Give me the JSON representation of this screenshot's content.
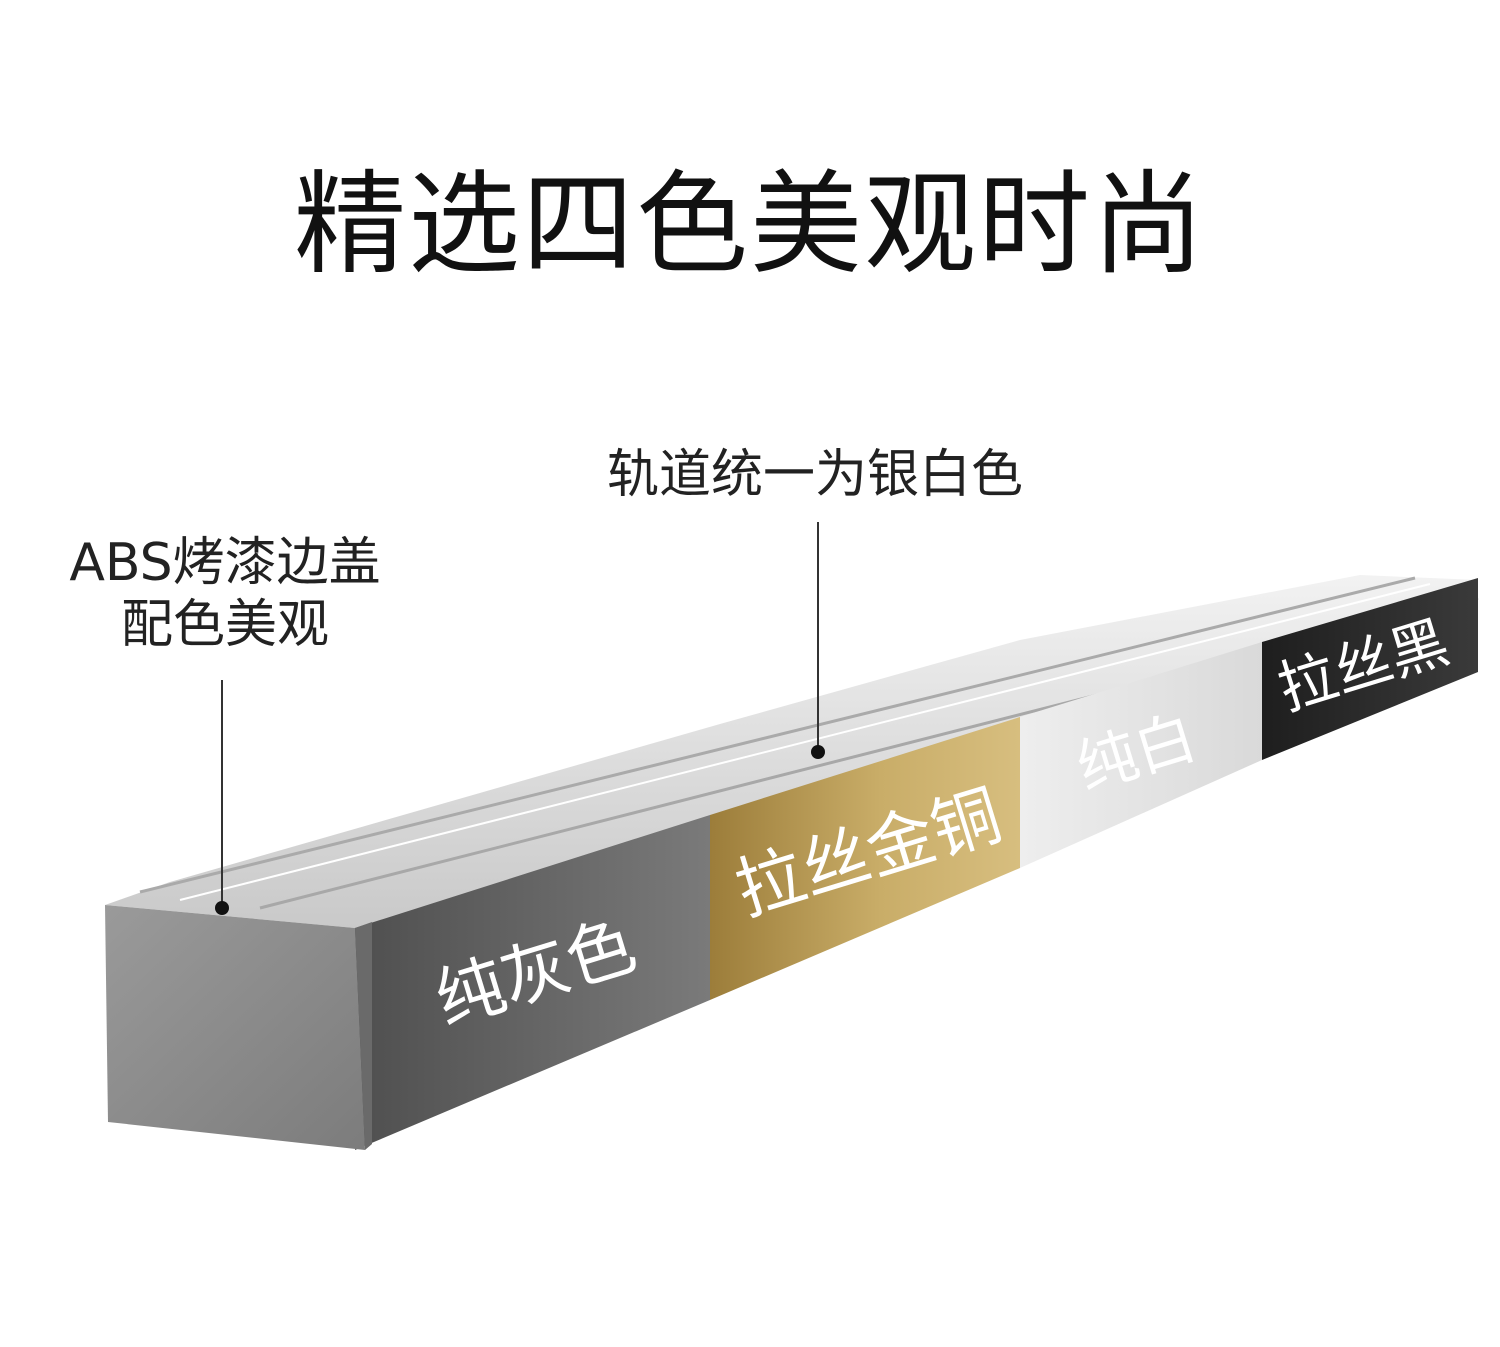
{
  "title": "精选四色美观时尚",
  "callouts": {
    "end_cap_line1": "ABS烤漆边盖",
    "end_cap_line2": "配色美观",
    "track": "轨道统一为银白色"
  },
  "color_options": [
    {
      "label": "纯灰色",
      "color": "#6b6b6b"
    },
    {
      "label": "拉丝金铜",
      "color": "#b99a52"
    },
    {
      "label": "纯白",
      "color": "#e4e4e4"
    },
    {
      "label": "拉丝黑",
      "color": "#2c2c2c"
    }
  ],
  "colors": {
    "track_silver": "#d8d8d8",
    "end_cap_gray": "#8a8a8a"
  }
}
